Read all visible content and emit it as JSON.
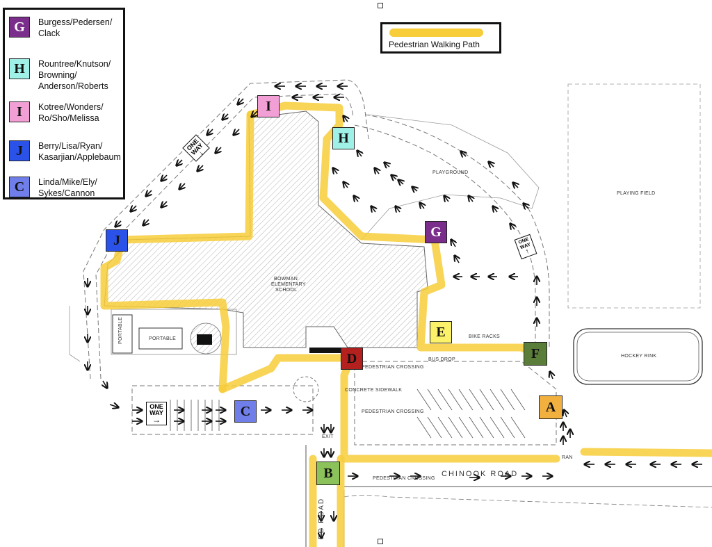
{
  "legend": {
    "items": [
      {
        "letter": "G",
        "color": "#7b2d8b",
        "text_color": "#ffffff",
        "label": "Burgess/Pedersen/\nClack"
      },
      {
        "letter": "H",
        "color": "#9ff0e6",
        "text_color": "#111111",
        "label": "Rountree/Knutson/\nBrowning/\nAnderson/Roberts"
      },
      {
        "letter": "I",
        "color": "#f29fd6",
        "text_color": "#111111",
        "label": "Kotree/Wonders/\nRo/Sho/Melissa"
      },
      {
        "letter": "J",
        "color": "#2a52e8",
        "text_color": "#111111",
        "label": "Berry/Lisa/Ryan/\nKasarjian/Applebaum"
      },
      {
        "letter": "C",
        "color": "#6f7ee8",
        "text_color": "#111111",
        "label": "Linda/Mike/Ely/\nSykes/Cannon"
      }
    ]
  },
  "path_legend": {
    "label": "Pedestrian Walking Path",
    "color": "#f7cd3a"
  },
  "markers": [
    {
      "letter": "G",
      "color": "#7b2d8b",
      "text_color": "#ffffff"
    },
    {
      "letter": "H",
      "color": "#9ff0e6",
      "text_color": "#111111"
    },
    {
      "letter": "I",
      "color": "#f29fd6",
      "text_color": "#111111"
    },
    {
      "letter": "J",
      "color": "#2a52e8",
      "text_color": "#111111"
    },
    {
      "letter": "C",
      "color": "#6f7ee8",
      "text_color": "#111111"
    },
    {
      "letter": "D",
      "color": "#b3201e",
      "text_color": "#111111"
    },
    {
      "letter": "E",
      "color": "#fbf26a",
      "text_color": "#111111"
    },
    {
      "letter": "F",
      "color": "#5a7d3a",
      "text_color": "#111111"
    },
    {
      "letter": "A",
      "color": "#f2b13f",
      "text_color": "#111111"
    },
    {
      "letter": "B",
      "color": "#8bc25a",
      "text_color": "#111111"
    }
  ],
  "map_labels": {
    "playground": "PLAYGROUND",
    "playing_field": "PLAYING FIELD",
    "school_line1": "BOWMAN",
    "school_line2": "ELEMENTARY",
    "school_line3": "SCHOOL",
    "bike_racks": "BIKE RACKS",
    "bus_drop": "BUS DROP",
    "hockey_rink": "HOCKEY RINK",
    "pedestrian_crossing_upper": "PEDESTRIAN CROSSING",
    "concrete_sidewalk": "CONCRETE SIDEWALK",
    "pedestrian_crossing_lower": "PEDESTRIAN CROSSING",
    "pedestrian_crossing_road": "PEDESTRIAN CROSSING",
    "portable_vertical": "PORTABLE",
    "portable_horizontal": "PORTABLE",
    "exit": "EXIT",
    "chinook_road": "CHINOOK ROAD",
    "vertical_road": "EG   ROAD",
    "entrance_partial": "RAN"
  },
  "signs": {
    "one_way_1": "ONE\nWAY",
    "one_way_2": "ONE\nWAY",
    "one_way_3": "ONE\nWAY"
  },
  "colors": {
    "path": "#f7cd3a",
    "linework": "#666666",
    "hatch": "#9a9a9a"
  }
}
